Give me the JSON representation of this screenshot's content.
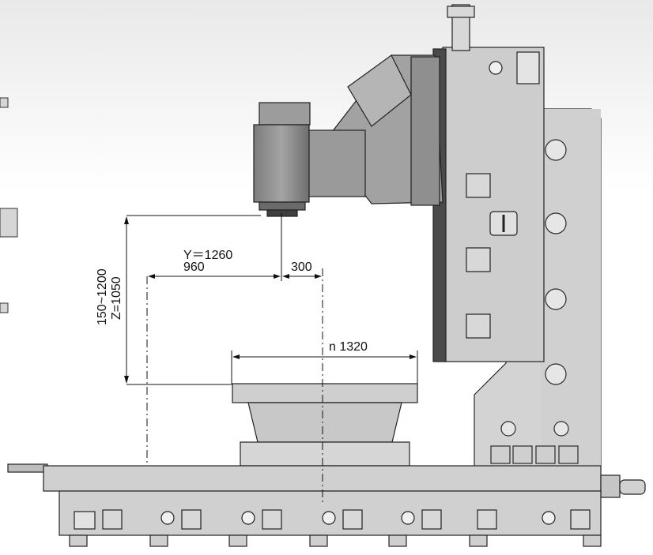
{
  "dimensions": {
    "y_travel": "Y＝1260",
    "y_left": "960",
    "y_right": "300",
    "spindle_range": "150~1200",
    "z_travel": "Z=1050",
    "table_size": "n 1320"
  },
  "colors": {
    "background": "#ffffff",
    "machine_fill": "#d3d3d3",
    "head_fill": "#8f8f8f",
    "dark": "#3a3a3a",
    "dimension_line": "#111111"
  }
}
